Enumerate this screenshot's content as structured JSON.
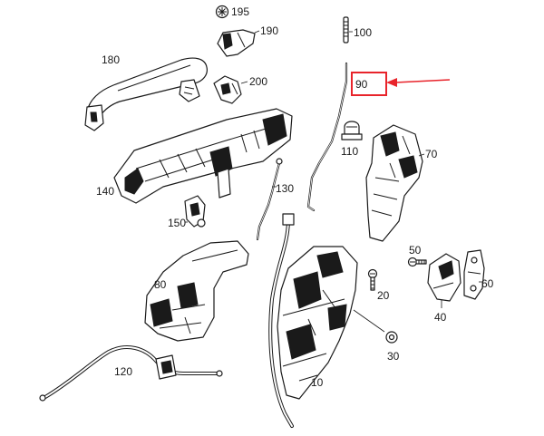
{
  "diagram": {
    "highlight_color": "#e8242b",
    "callouts": {
      "c10": "10",
      "c20": "20",
      "c30": "30",
      "c40": "40",
      "c50": "50",
      "c60": "60",
      "c70": "70",
      "c80": "80",
      "c90": "90",
      "c100": "100",
      "c110": "110",
      "c120": "120",
      "c130": "130",
      "c140": "140",
      "c150": "150",
      "c180": "180",
      "c190": "190",
      "c195": "195",
      "c200": "200"
    }
  }
}
